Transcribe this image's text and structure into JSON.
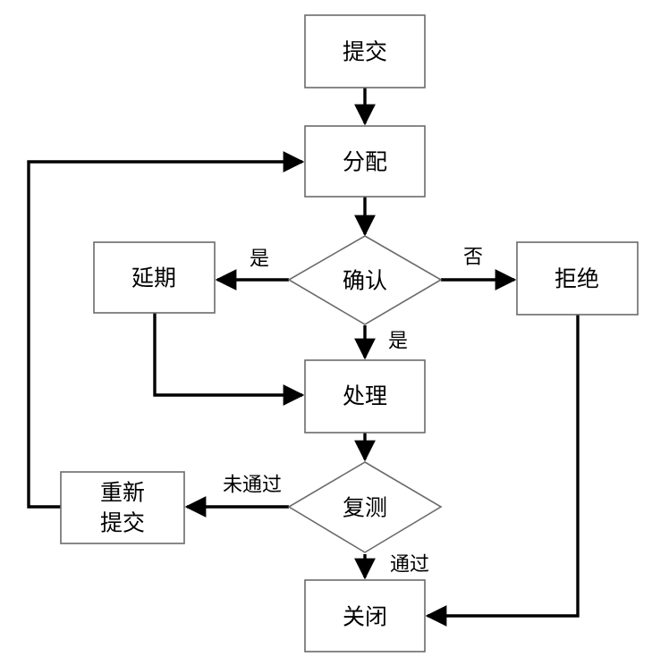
{
  "nodes": {
    "submit": "提交",
    "assign": "分配",
    "confirm": "确认",
    "defer": "延期",
    "reject": "拒绝",
    "process": "处理",
    "retest": "复测",
    "resubmit_line1": "重新",
    "resubmit_line2": "提交",
    "close": "关闭"
  },
  "edge_labels": {
    "confirm_to_defer": "是",
    "confirm_to_reject": "否",
    "confirm_to_process": "是",
    "retest_to_resubmit": "未通过",
    "retest_to_close": "通过"
  },
  "colors": {
    "node_border": "#6b6b6b",
    "arrow": "#000000",
    "text": "#000000",
    "background": "#ffffff"
  }
}
